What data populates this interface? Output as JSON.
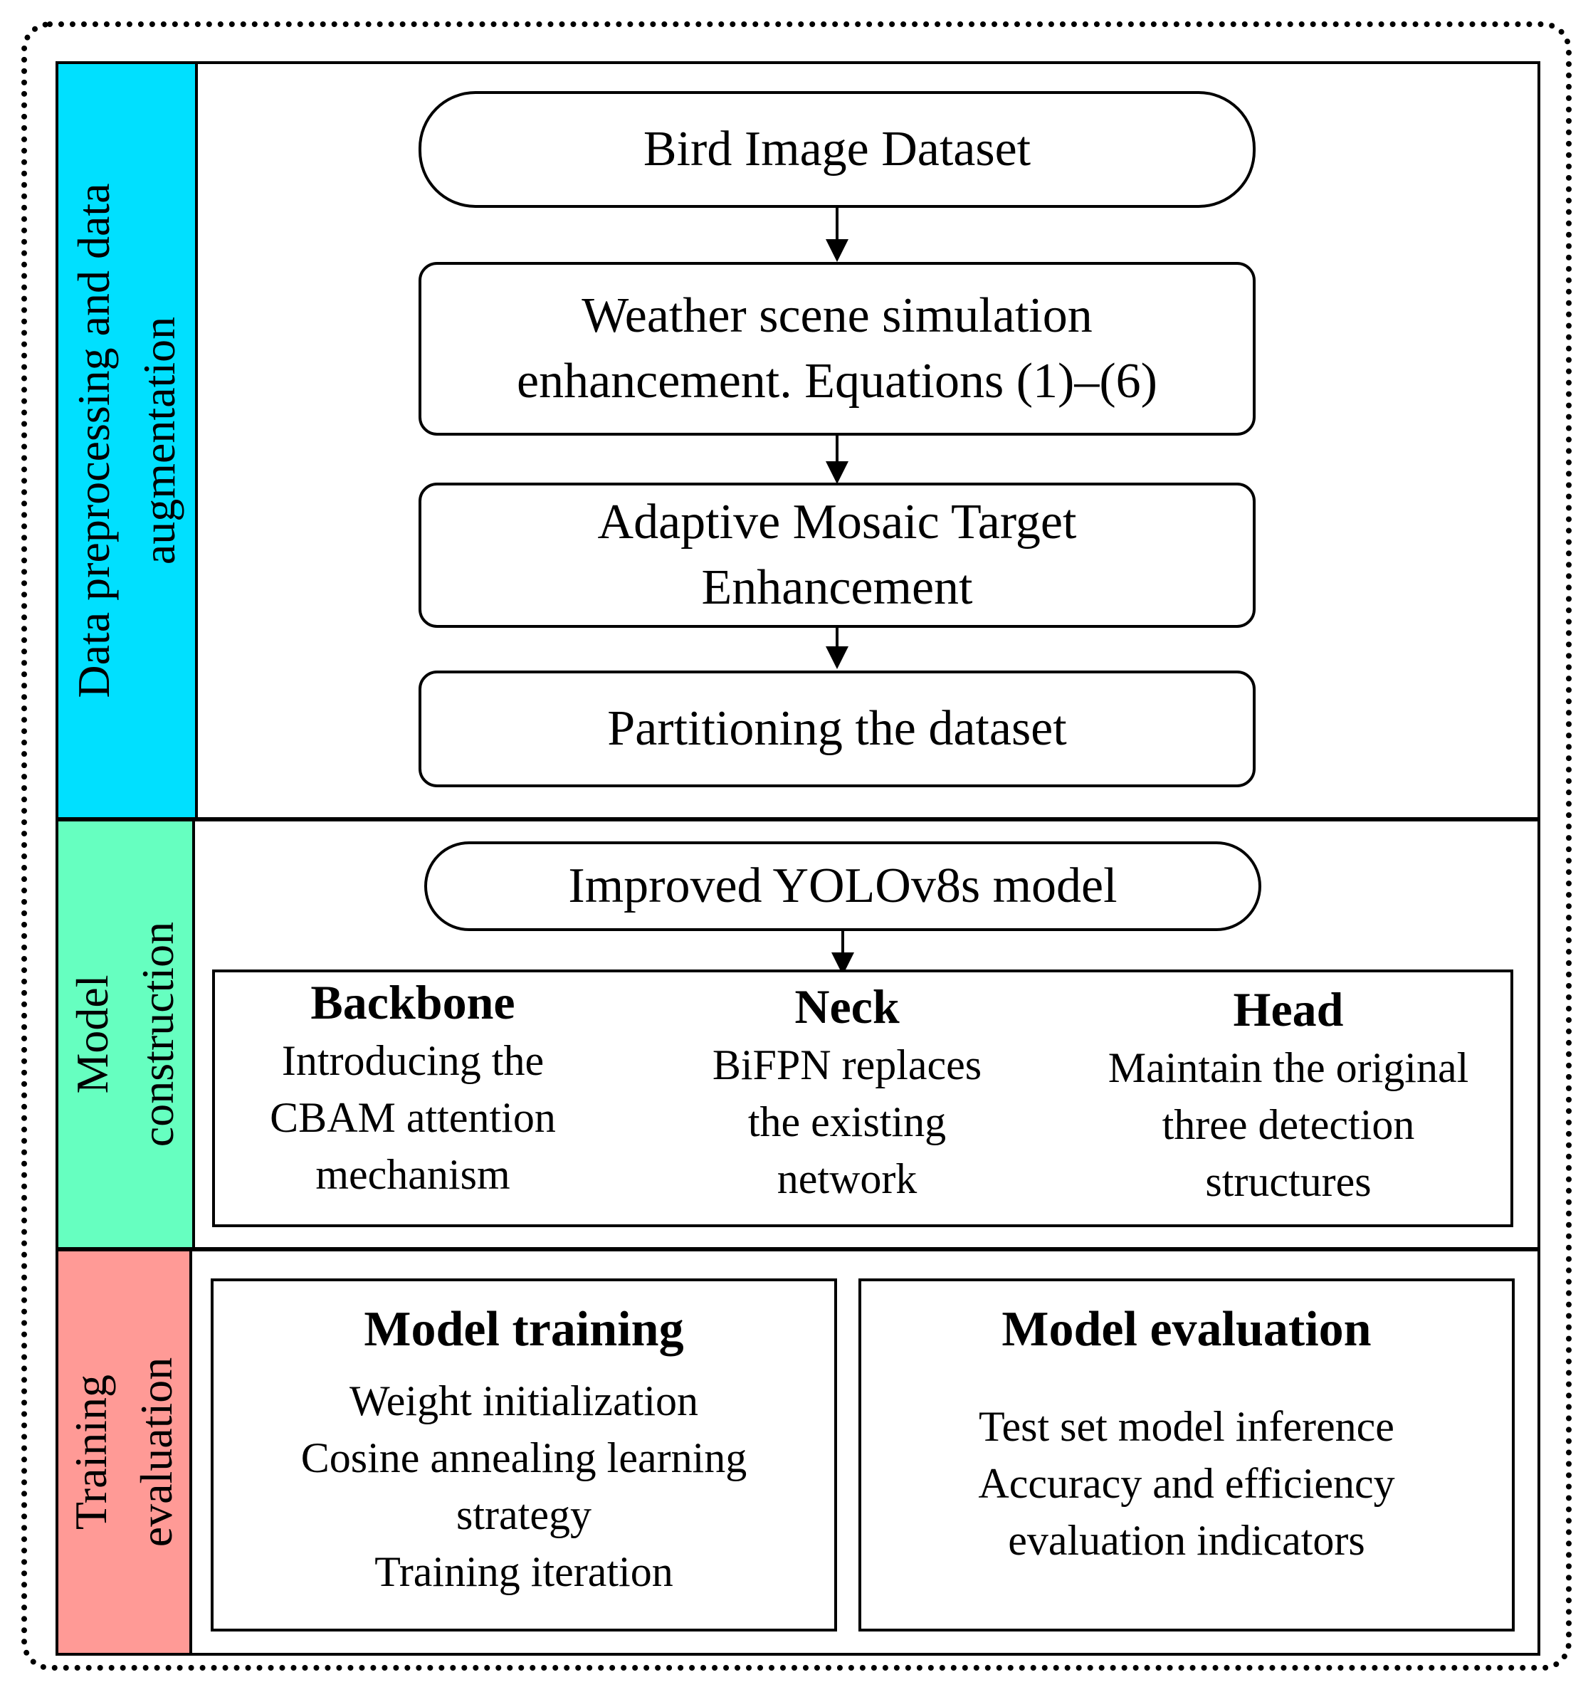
{
  "sections": {
    "preprocessing": {
      "label": [
        "Data preprocessing and data",
        "augmentation"
      ],
      "color": "#00E0FF",
      "steps": [
        {
          "lines": [
            "Bird Image Dataset"
          ]
        },
        {
          "lines": [
            "Weather scene simulation",
            "enhancement. Equations (1)–(6)"
          ]
        },
        {
          "lines": [
            "Adaptive Mosaic Target",
            "Enhancement"
          ]
        },
        {
          "lines": [
            "Partitioning the dataset"
          ]
        }
      ]
    },
    "model": {
      "label": [
        "Model",
        "construction"
      ],
      "color": "#66FFC0",
      "top_box": "Improved YOLOv8s model",
      "parts": [
        {
          "title": "Backbone",
          "lines": [
            "Introducing the",
            "CBAM attention",
            "mechanism"
          ]
        },
        {
          "title": "Neck",
          "lines": [
            "BiFPN replaces",
            "the existing",
            "network"
          ]
        },
        {
          "title": "Head",
          "lines": [
            "Maintain the original",
            "three detection",
            "structures"
          ]
        }
      ]
    },
    "training": {
      "label": [
        "Training",
        "evaluation"
      ],
      "color": "#FF9A96",
      "training_box": {
        "title": "Model training",
        "lines": [
          "Weight initialization",
          "Cosine annealing learning",
          "strategy",
          "Training iteration"
        ]
      },
      "evaluation_box": {
        "title": "Model evaluation",
        "lines": [
          "Test set model inference",
          "Accuracy and efficiency",
          "evaluation indicators"
        ]
      }
    }
  }
}
